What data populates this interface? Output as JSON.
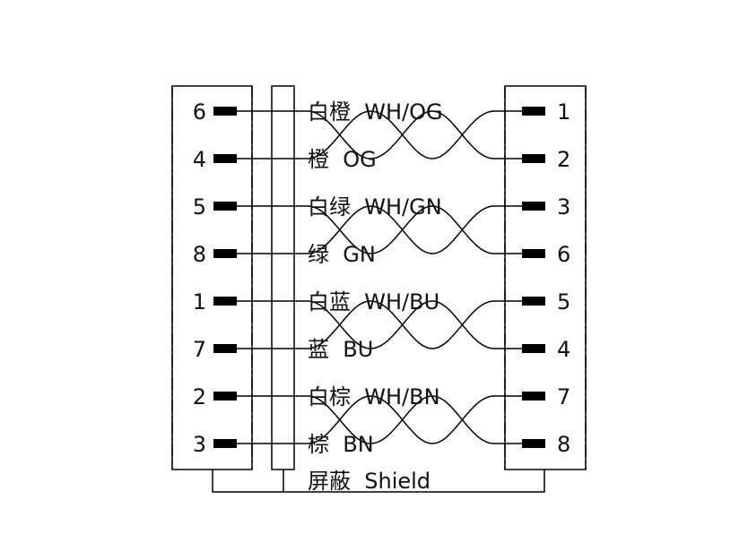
{
  "connector_left": {
    "pins": [
      "6",
      "4",
      "5",
      "8",
      "1",
      "7",
      "2",
      "3"
    ]
  },
  "connector_right": {
    "pins": [
      "1",
      "2",
      "3",
      "6",
      "5",
      "4",
      "7",
      "8"
    ]
  },
  "pairs": [
    {
      "top_label": "白橙  WH/OG",
      "bottom_label": "橙  OG"
    },
    {
      "top_label": "白绿  WH/GN",
      "bottom_label": "绿  GN"
    },
    {
      "top_label": "白蓝  WH/BU",
      "bottom_label": "蓝  BU"
    },
    {
      "top_label": "白棕  WH/BN",
      "bottom_label": "棕  BN"
    }
  ],
  "shield_label": "屏蔽  Shield"
}
